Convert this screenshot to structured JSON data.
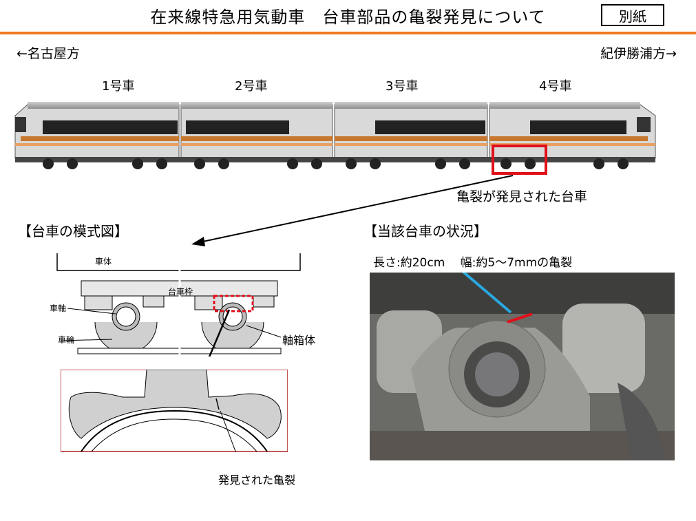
{
  "header": {
    "title": "在来線特急用気動車　台車部品の亀裂発見について",
    "badge": "別紙"
  },
  "directions": {
    "left": "←名古屋方",
    "right": "紀伊勝浦方→"
  },
  "cars": [
    {
      "label": "1号車"
    },
    {
      "label": "2号車"
    },
    {
      "label": "3号車"
    },
    {
      "label": "4号車"
    }
  ],
  "train_callout": "亀裂が発見された台車",
  "diagram": {
    "heading": "【台車の模式図】",
    "labels": {
      "car_body": "車体",
      "bogie_frame": "台車枠",
      "axle": "車軸",
      "wheel": "車輪",
      "axle_box": "軸箱体",
      "crack_found": "発見された亀裂"
    }
  },
  "photo": {
    "heading": "【当該台車の状況】",
    "caption": "長さ:約20cm　 幅:約5～7mmの亀裂"
  },
  "colors": {
    "accent_rule": "#f07820",
    "highlight_red": "#e0101a",
    "callout_blue": "#2aa8e0",
    "train_orange": "#c8782e"
  }
}
